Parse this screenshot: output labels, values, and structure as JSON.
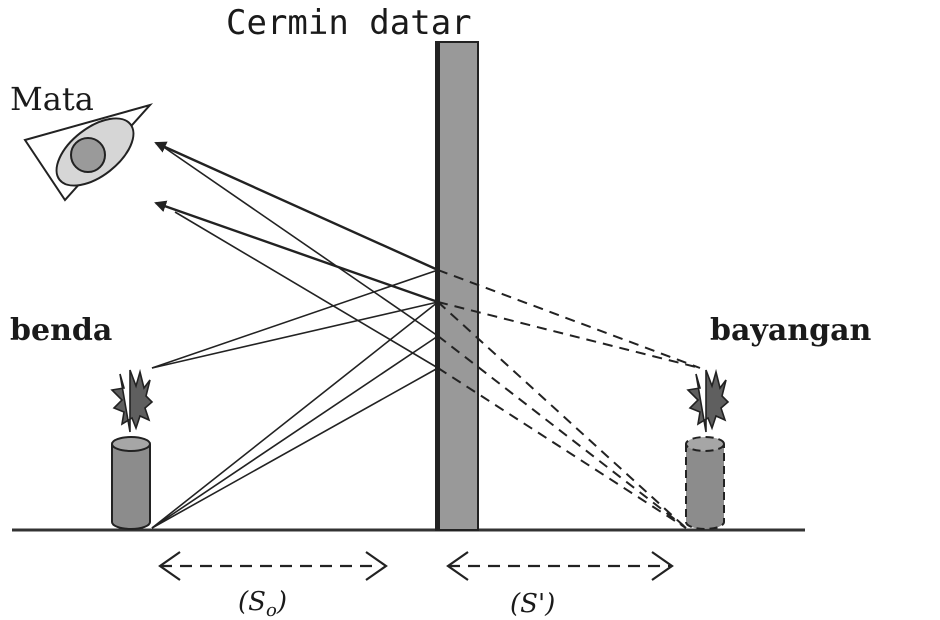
{
  "labels": {
    "mirror": "Cermin datar",
    "eye": "Mata",
    "object": "benda",
    "image": "bayangan",
    "object_distance": "(S",
    "object_distance_sub": "o",
    "object_distance_close": ")",
    "image_distance": "(S'",
    "image_distance_close": ")"
  },
  "colors": {
    "mirror_fill": "#999999",
    "object_fill": "#8c8c8c",
    "leaf_fill": "#5f5f5f",
    "eye_fill": "#d6d6d6",
    "line": "#222222"
  }
}
